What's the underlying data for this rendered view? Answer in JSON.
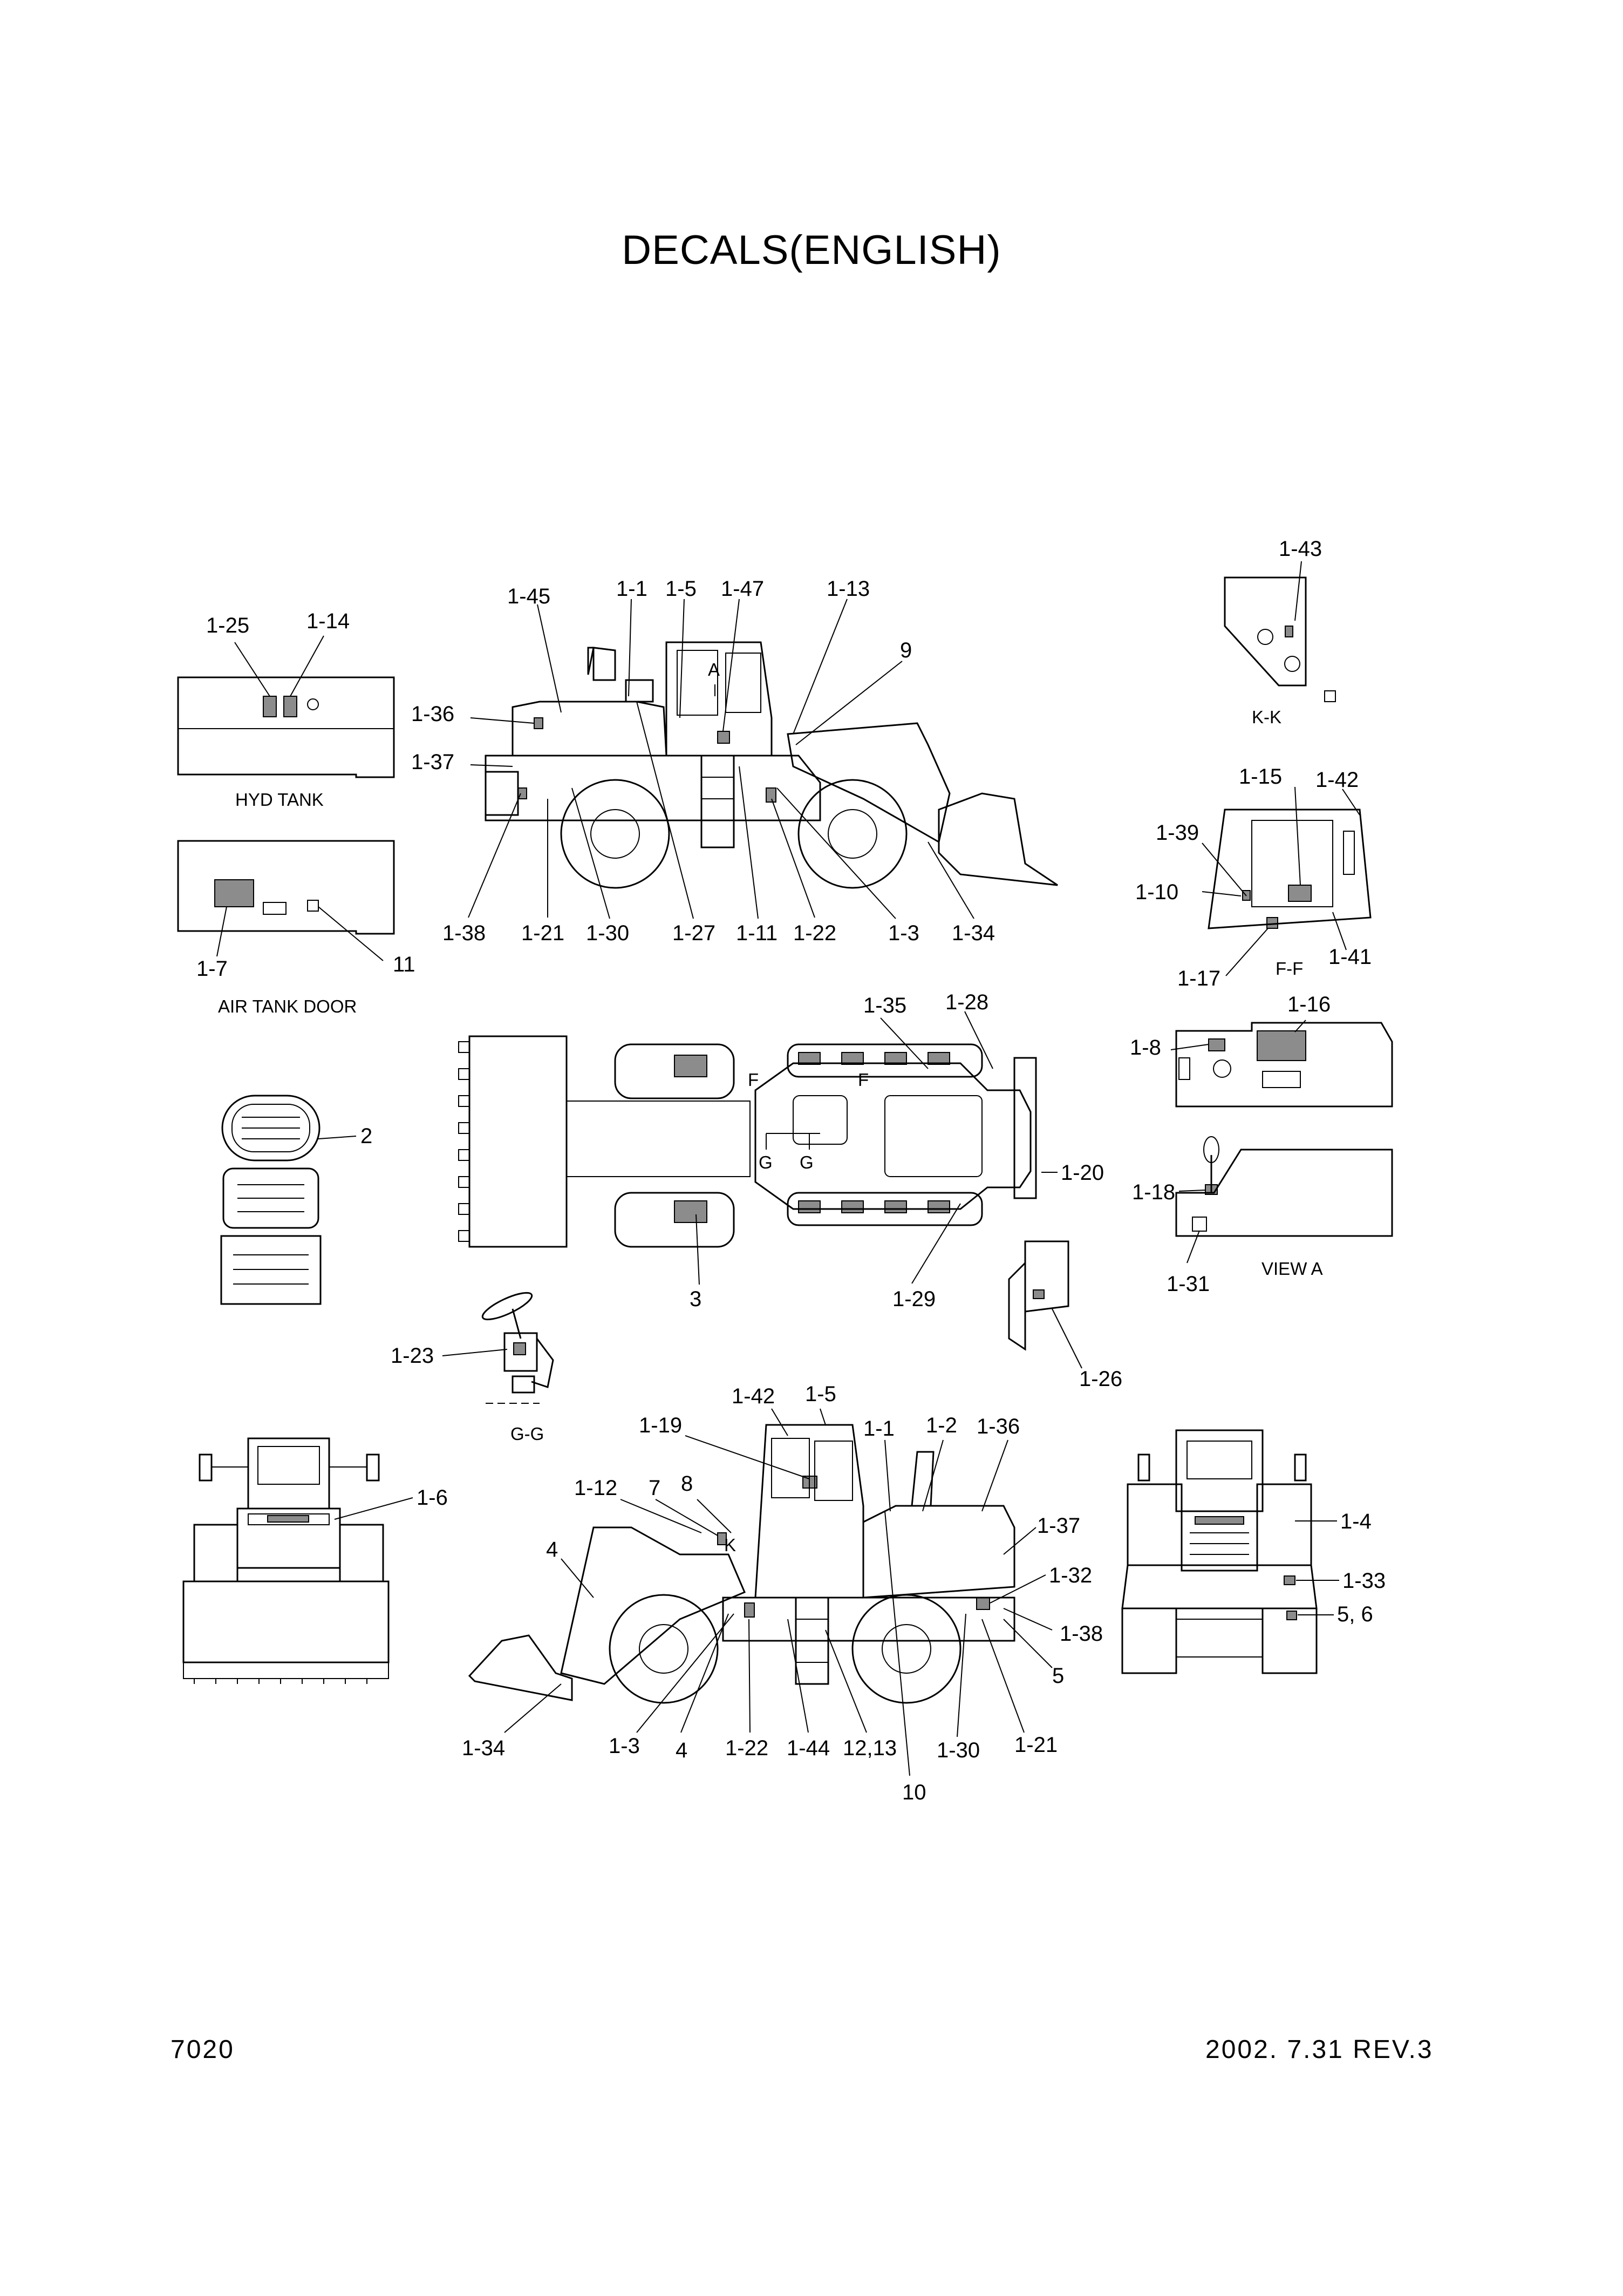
{
  "title": "DECALS(ENGLISH)",
  "footer": {
    "page_number": "7020",
    "revision": "2002. 7.31  REV.3"
  },
  "captions": {
    "hyd_tank": "HYD TANK",
    "air_tank_door": "AIR TANK DOOR",
    "section_kk": "K-K",
    "section_ff": "F-F",
    "view_a": "VIEW A",
    "section_gg": "G-G",
    "mark_a": "A",
    "mark_k": "K",
    "mark_f1": "F",
    "mark_f2": "F",
    "mark_g1": "G",
    "mark_g2": "G"
  },
  "callouts": {
    "hyd_1_25": "1-25",
    "hyd_1_14": "1-14",
    "air_1_7": "1-7",
    "air_11": "11",
    "plate_2": "2",
    "gg_1_23": "1-23",
    "side_1_45": "1-45",
    "side_1_1": "1-1",
    "side_1_5": "1-5",
    "side_1_47": "1-47",
    "side_1_13": "1-13",
    "side_9": "9",
    "side_1_36": "1-36",
    "side_1_37": "1-37",
    "side_1_38": "1-38",
    "side_1_21": "1-21",
    "side_1_30": "1-30",
    "side_1_27": "1-27",
    "side_1_11": "1-11",
    "side_1_22": "1-22",
    "side_1_3": "1-3",
    "side_1_34": "1-34",
    "top_1_35": "1-35",
    "top_1_28": "1-28",
    "top_1_20": "1-20",
    "top_3": "3",
    "top_1_29": "1-29",
    "det_1_26": "1-26",
    "kk_1_43": "1-43",
    "ff_1_15": "1-15",
    "ff_1_42": "1-42",
    "ff_1_39": "1-39",
    "ff_1_10": "1-10",
    "ff_1_17": "1-17",
    "ff_1_41": "1-41",
    "va_1_16": "1-16",
    "va_1_8": "1-8",
    "va_1_18": "1-18",
    "va_1_31": "1-31",
    "front_1_6": "1-6",
    "s2_1_42": "1-42",
    "s2_1_5": "1-5",
    "s2_1_19": "1-19",
    "s2_1_1": "1-1",
    "s2_1_2": "1-2",
    "s2_1_36": "1-36",
    "s2_1_12": "1-12",
    "s2_7": "7",
    "s2_8": "8",
    "s2_1_37": "1-37",
    "s2_4a": "4",
    "s2_1_32": "1-32",
    "s2_1_38": "1-38",
    "s2_5": "5",
    "s2_1_34": "1-34",
    "s2_1_3": "1-3",
    "s2_4b": "4",
    "s2_1_22": "1-22",
    "s2_1_44": "1-44",
    "s2_12_13": "12,13",
    "s2_1_30": "1-30",
    "s2_1_21": "1-21",
    "s2_10": "10",
    "rear_1_4": "1-4",
    "rear_1_33": "1-33",
    "rear_5_6": "5, 6"
  }
}
